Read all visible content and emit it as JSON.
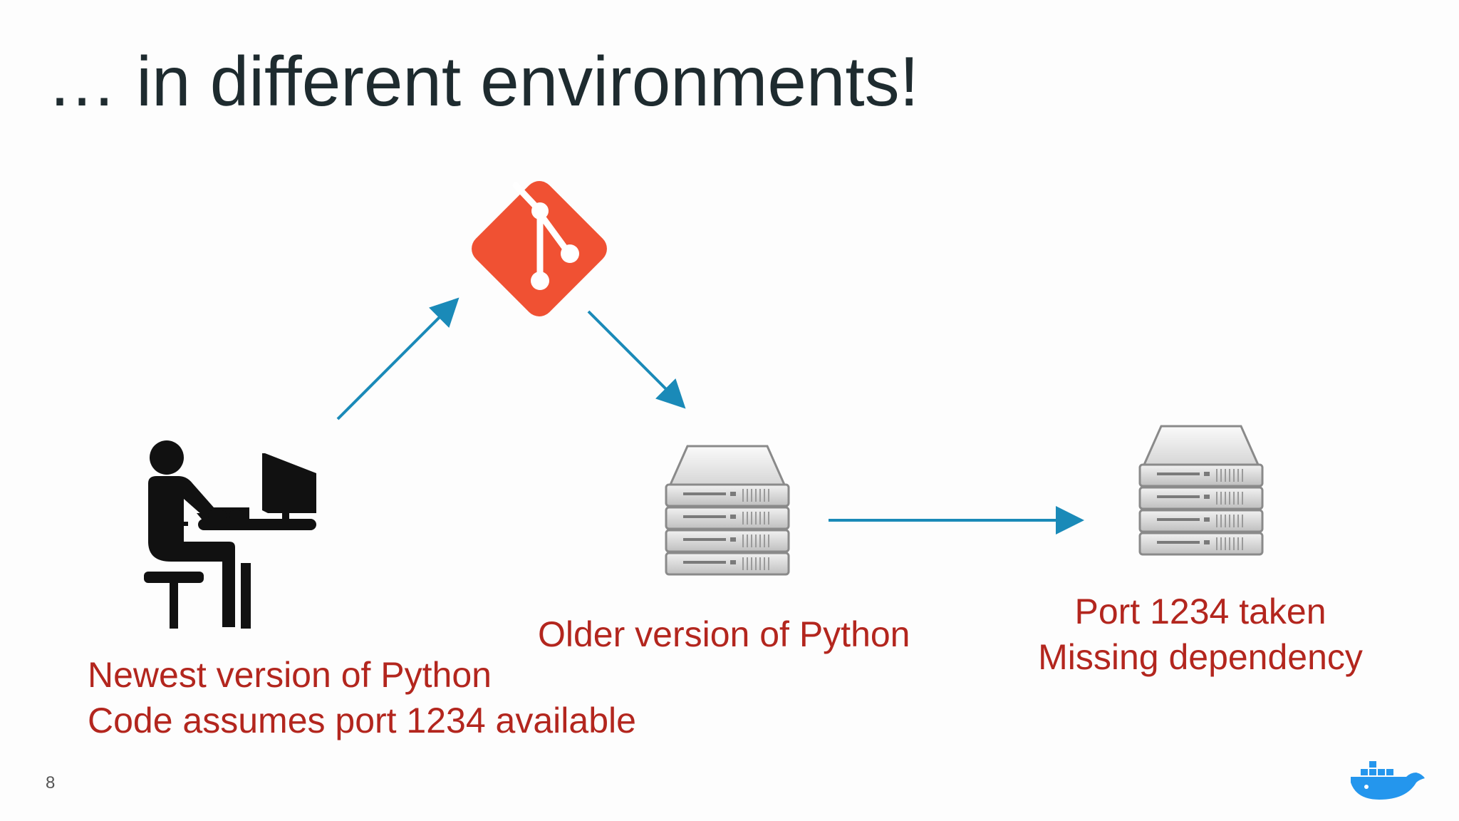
{
  "slide": {
    "title": "… in different environments!",
    "page_number": "8"
  },
  "nodes": {
    "developer": {
      "icon": "developer-at-computer-icon",
      "lines": [
        "Newest version of Python",
        "Code assumes port 1234 available"
      ]
    },
    "repository": {
      "icon": "git-logo-icon"
    },
    "server_one": {
      "icon": "server-rack-icon",
      "lines": [
        "Older version of Python"
      ]
    },
    "server_two": {
      "icon": "server-rack-icon",
      "lines": [
        "Port 1234 taken",
        "Missing dependency"
      ]
    }
  },
  "edges": [
    {
      "from": "developer",
      "to": "repository"
    },
    {
      "from": "repository",
      "to": "server_one"
    },
    {
      "from": "server_one",
      "to": "server_two"
    }
  ],
  "colors": {
    "title": "#1e2b2f",
    "label": "#b3261e",
    "arrow": "#1a8ab8",
    "git": "#f05133",
    "docker": "#2496ed"
  },
  "brand_icon": "docker-whale-icon"
}
